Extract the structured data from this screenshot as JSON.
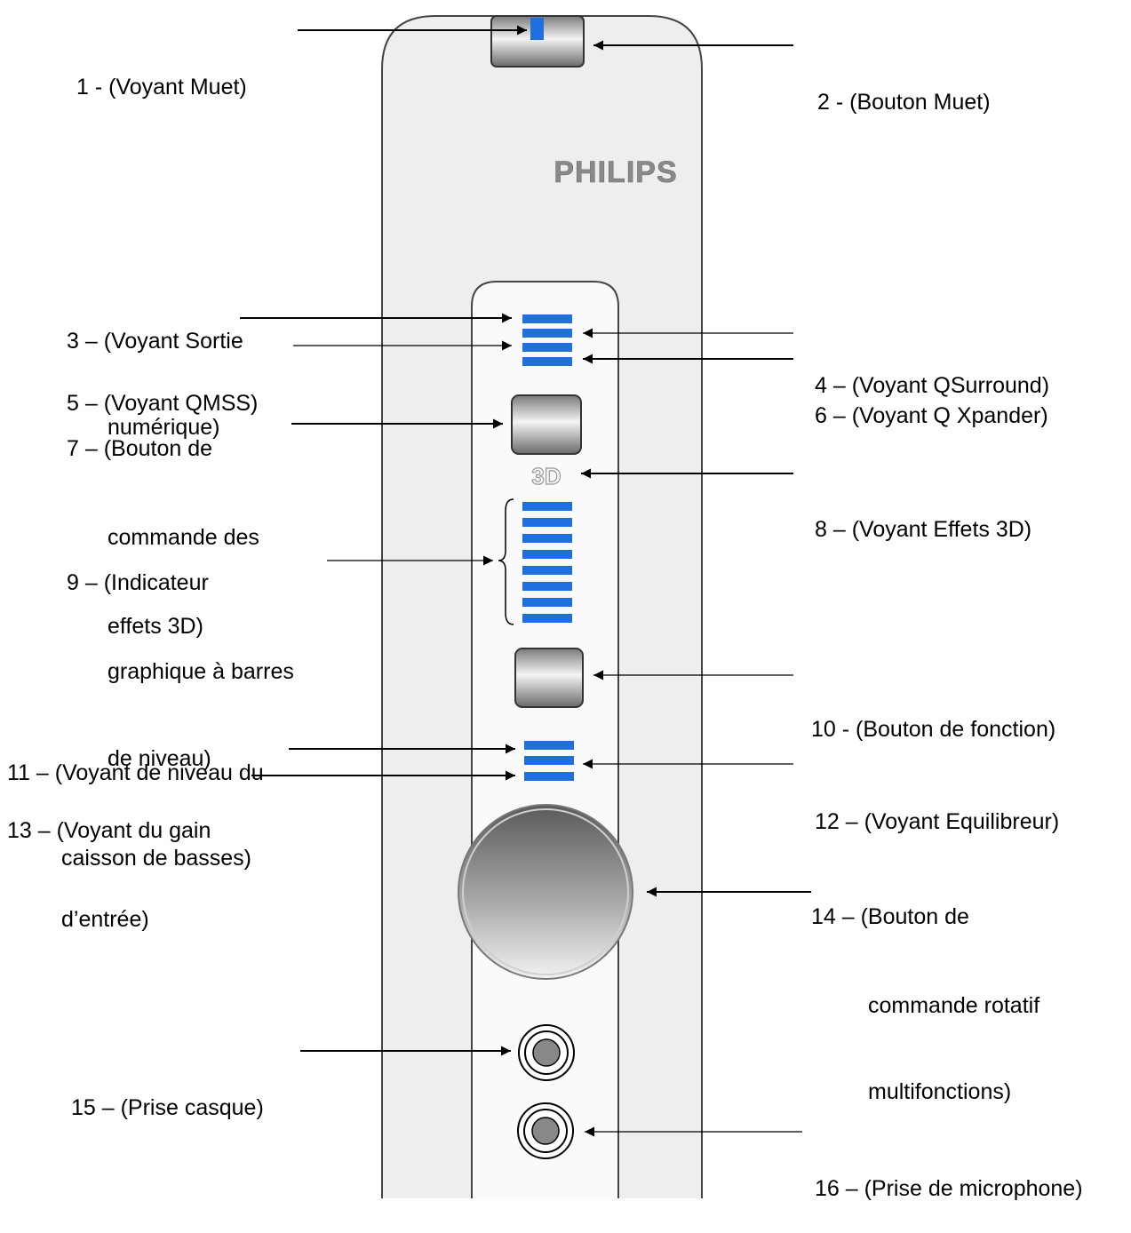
{
  "brand": "PHILIPS",
  "badge_3d": "3D",
  "colors": {
    "led_blue": "#1f6fe0",
    "body_fill": "#eeeeee",
    "strip_fill": "#fafafa",
    "outline": "#444444",
    "brand_gray": "#8a8a8a"
  },
  "labels": {
    "l1": [
      "1 - (Voyant Muet)"
    ],
    "l2": [
      "2 - (Bouton Muet)"
    ],
    "l3": [
      "3 – (Voyant Sortie",
      "numérique)"
    ],
    "l4": [
      "4 – (Voyant QSurround)"
    ],
    "l5": [
      "5 – (Voyant QMSS)"
    ],
    "l6": [
      "6 – (Voyant Q Xpander)"
    ],
    "l7": [
      "7 – (Bouton de",
      "commande des",
      "effets 3D)"
    ],
    "l8": [
      "8 – (Voyant Effets 3D)"
    ],
    "l9": [
      "9 – (Indicateur",
      "graphique à barres",
      "de niveau)"
    ],
    "l10": [
      "10 - (Bouton de fonction)"
    ],
    "l11": [
      "11 – (Voyant de niveau du",
      "caisson de basses)"
    ],
    "l12": [
      "12 – (Voyant Equilibreur)"
    ],
    "l13": [
      "13 – (Voyant du gain",
      "d’entrée)"
    ],
    "l14": [
      "14 – (Bouton de",
      "commande rotatif",
      "multifonctions)"
    ],
    "l15": [
      "15 – (Prise casque)"
    ],
    "l16": [
      "16 – (Prise de microphone)"
    ]
  }
}
